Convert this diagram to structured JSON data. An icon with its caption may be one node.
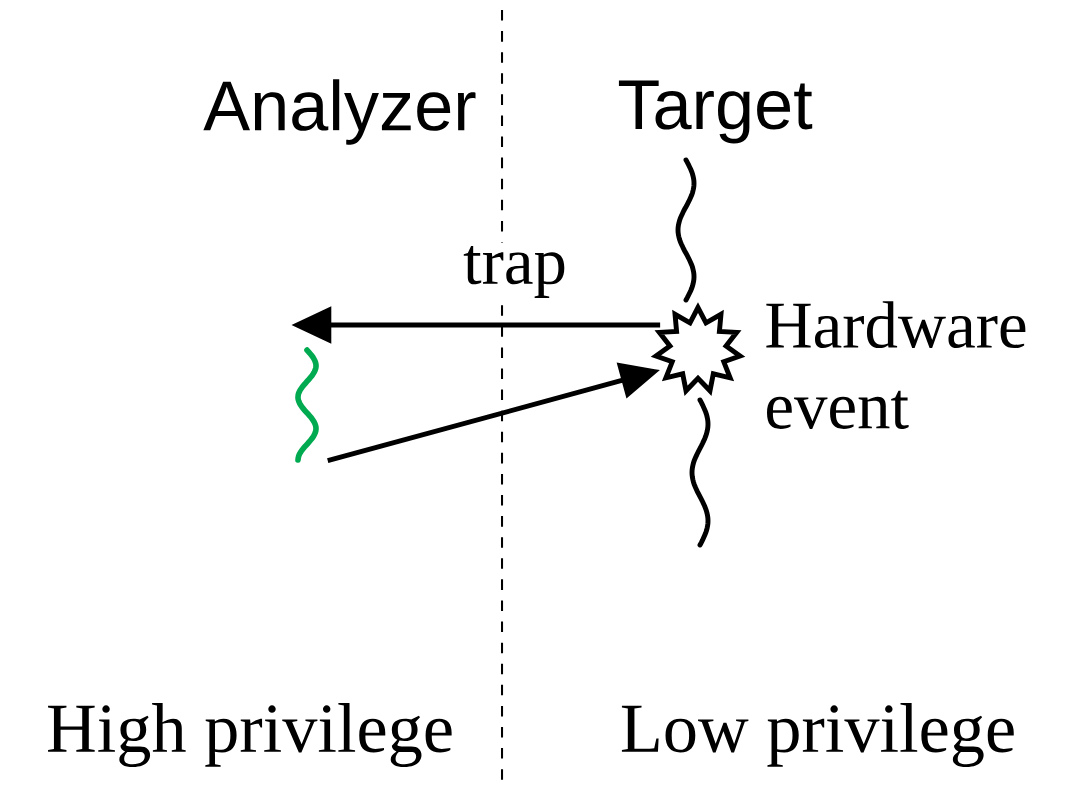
{
  "diagram": {
    "nodes": [
      {
        "text": [],
        "shape": "starburst",
        "beside": [
          "Hardware event"
        ]
      },
      {
        "text": [],
        "shape": "wave"
      }
    ],
    "edges": [
      {
        "from": 0,
        "to": 1,
        "arrow": "to",
        "label": "trap"
      },
      {
        "from": 1,
        "to": 0,
        "arrow": "to"
      }
    ],
    "labels": [
      "Analyzer",
      "Target",
      "High privilege",
      "Low privilege"
    ]
  }
}
